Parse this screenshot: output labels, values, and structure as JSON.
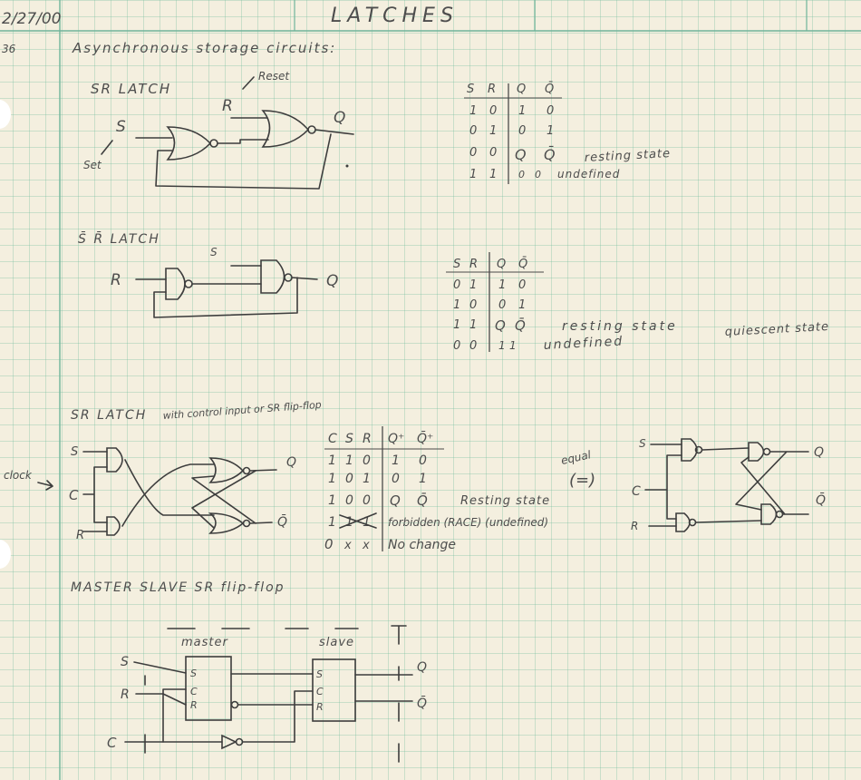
{
  "header": {
    "date": "2/27/00",
    "page_num": "36",
    "title": "LATCHES"
  },
  "intro": "Asynchronous storage circuits:",
  "sr_latch": {
    "title": "SR LATCH",
    "reset_label": "Reset",
    "set_label": "Set",
    "input_s": "S",
    "input_r": "R",
    "output_q": "Q",
    "table": {
      "headers": [
        "S",
        "R",
        "Q",
        "Q̄"
      ],
      "rows": [
        [
          "1",
          "0",
          "1",
          "0"
        ],
        [
          "0",
          "1",
          "0",
          "1"
        ],
        [
          "0",
          "0",
          "Q",
          "Q̄"
        ],
        [
          "1",
          "1",
          "0",
          "0"
        ]
      ],
      "notes": [
        "",
        "",
        "resting state",
        "undefined"
      ]
    }
  },
  "sbar_rbar_latch": {
    "title": "S̄ R̄ LATCH",
    "input_s": "S",
    "input_r": "R",
    "output_q": "Q",
    "table": {
      "headers": [
        "S",
        "R",
        "Q",
        "Q̄"
      ],
      "rows": [
        [
          "0",
          "1",
          "1",
          "0"
        ],
        [
          "1",
          "0",
          "0",
          "1"
        ],
        [
          "1",
          "1",
          "Q",
          "Q̄"
        ],
        [
          "0",
          "0",
          "1",
          "1"
        ]
      ],
      "notes": [
        "",
        "",
        "resting state",
        "undefined"
      ],
      "extra_note": "quiescent state"
    }
  },
  "sr_control": {
    "title": "SR LATCH",
    "title_suffix": "with control input or SR flip-flop",
    "clock_label": "clock",
    "input_s": "S",
    "input_c": "C",
    "input_r": "R",
    "output_q": "Q",
    "output_qbar": "Q̄",
    "equal_label": "equal",
    "equal_symbol": "(=)",
    "table": {
      "headers": [
        "C",
        "S",
        "R",
        "Q⁺",
        "Q̄⁺"
      ],
      "rows": [
        [
          "1",
          "1",
          "0",
          "1",
          "0"
        ],
        [
          "1",
          "0",
          "1",
          "0",
          "1"
        ],
        [
          "1",
          "0",
          "0",
          "Q",
          "Q̄"
        ],
        [
          "1",
          "1",
          "1",
          "",
          ""
        ],
        [
          "0",
          "x",
          "x",
          "",
          ""
        ]
      ],
      "notes": [
        "",
        "",
        "Resting state",
        "forbidden (RACE) (undefined)",
        "No change"
      ]
    }
  },
  "master_slave": {
    "title": "MASTER SLAVE SR flip-flop",
    "master_label": "master",
    "slave_label": "slave",
    "input_s": "S",
    "input_r": "R",
    "input_c": "C",
    "pin_s": "S",
    "pin_c": "C",
    "pin_r": "R",
    "output_q": "Q",
    "output_qbar": "Q̄"
  },
  "colors": {
    "paper": "#f4efdf",
    "grid": "#78bea0",
    "ink": "#3d3d3d"
  }
}
